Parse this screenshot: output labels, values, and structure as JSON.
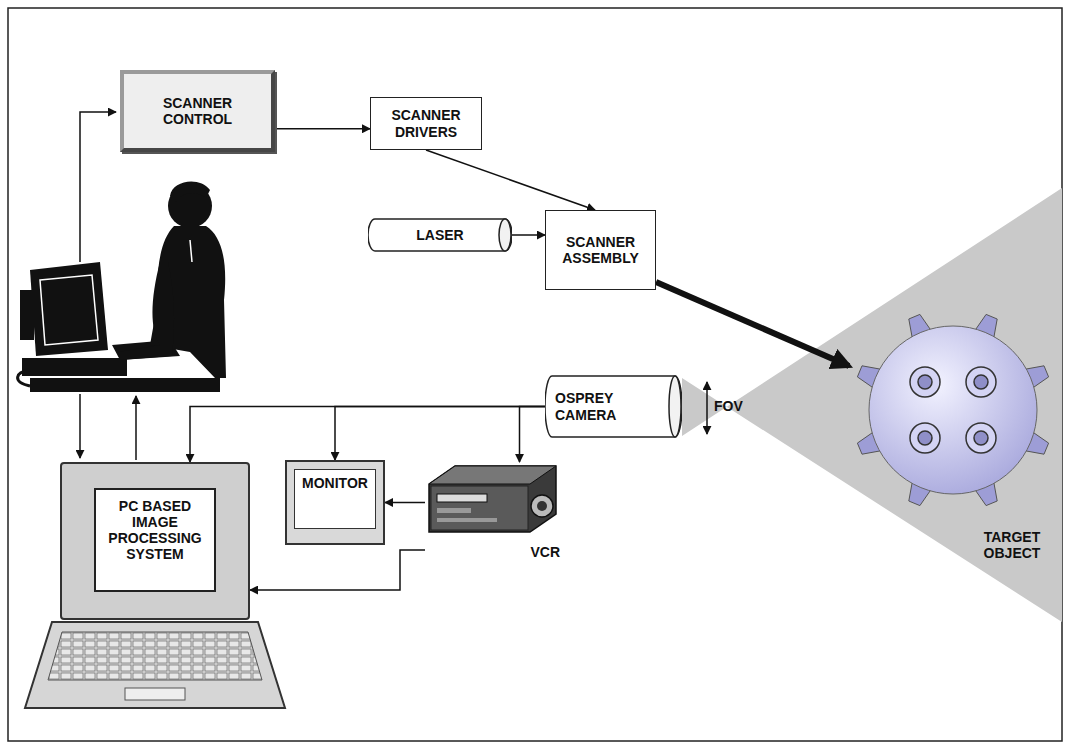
{
  "diagram": {
    "nodes": [
      {
        "text": [
          "SCANNER CONTROL"
        ]
      },
      {
        "text": [
          "SCANNER DRIVERS"
        ]
      },
      {
        "text": [
          "LASER"
        ]
      },
      {
        "text": [
          "SCANNER ASSEMBLY"
        ]
      },
      {
        "text": [
          "OSPREY CAMERA"
        ]
      },
      {
        "text": [
          "PC BASED IMAGE PROCESSING SYSTEM"
        ]
      },
      {
        "text": [
          "MONITOR"
        ]
      },
      {
        "text": [
          "VCR"
        ]
      },
      {
        "text": [
          "TARGET OBJECT"
        ]
      }
    ],
    "edges": [
      {
        "from": 0,
        "to": 1,
        "arrow": "to"
      },
      {
        "from": 1,
        "to": 3,
        "arrow": "to"
      },
      {
        "from": 2,
        "to": 3,
        "arrow": "to"
      },
      {
        "from": 3,
        "to": 8,
        "arrow": "to"
      },
      {
        "from": 4,
        "to": 6,
        "arrow": "to"
      },
      {
        "from": 4,
        "to": 7,
        "arrow": "to"
      },
      {
        "from": 4,
        "to": 5,
        "arrow": "to"
      },
      {
        "from": 7,
        "to": 6,
        "arrow": "to"
      },
      {
        "from": 7,
        "to": 5,
        "arrow": "to"
      }
    ],
    "labels": [
      "FOV"
    ]
  }
}
